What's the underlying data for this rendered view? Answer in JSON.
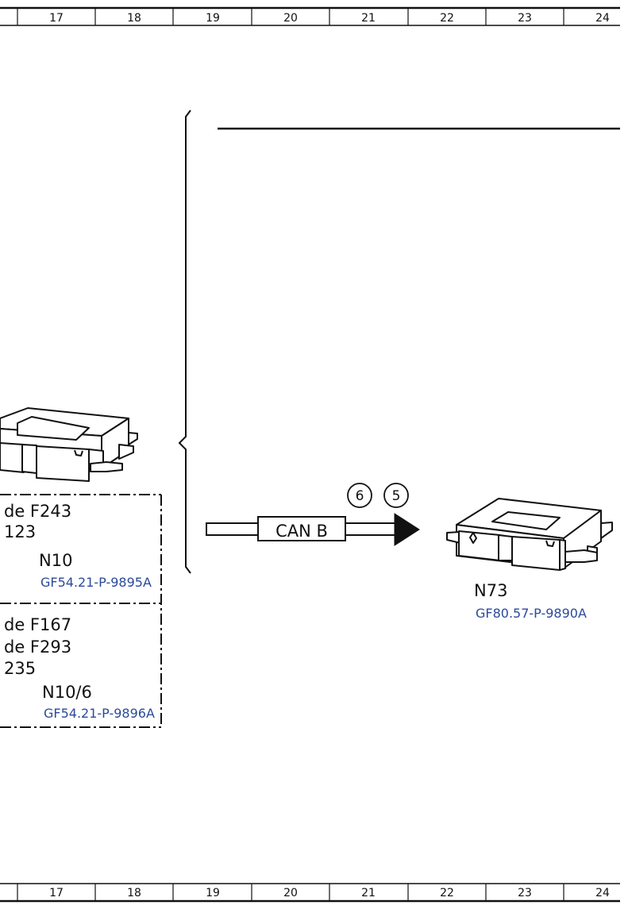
{
  "grid": {
    "columns": [
      "17",
      "18",
      "19",
      "20",
      "21",
      "22",
      "23",
      "24"
    ]
  },
  "left_box_top": {
    "lines": [
      "de F243",
      "123"
    ],
    "component": "N10",
    "reference": "GF54.21-P-9895A"
  },
  "left_box_bottom": {
    "lines": [
      "de F167",
      "de F293",
      "235"
    ],
    "component": "N10/6",
    "reference": "GF54.21-P-9896A"
  },
  "bus": {
    "label": "CAN B",
    "markers": [
      "6",
      "5"
    ]
  },
  "target": {
    "component": "N73",
    "reference": "GF80.57-P-9890A"
  },
  "colors": {
    "line": "#111111",
    "reference_text": "#2b4a9b"
  }
}
